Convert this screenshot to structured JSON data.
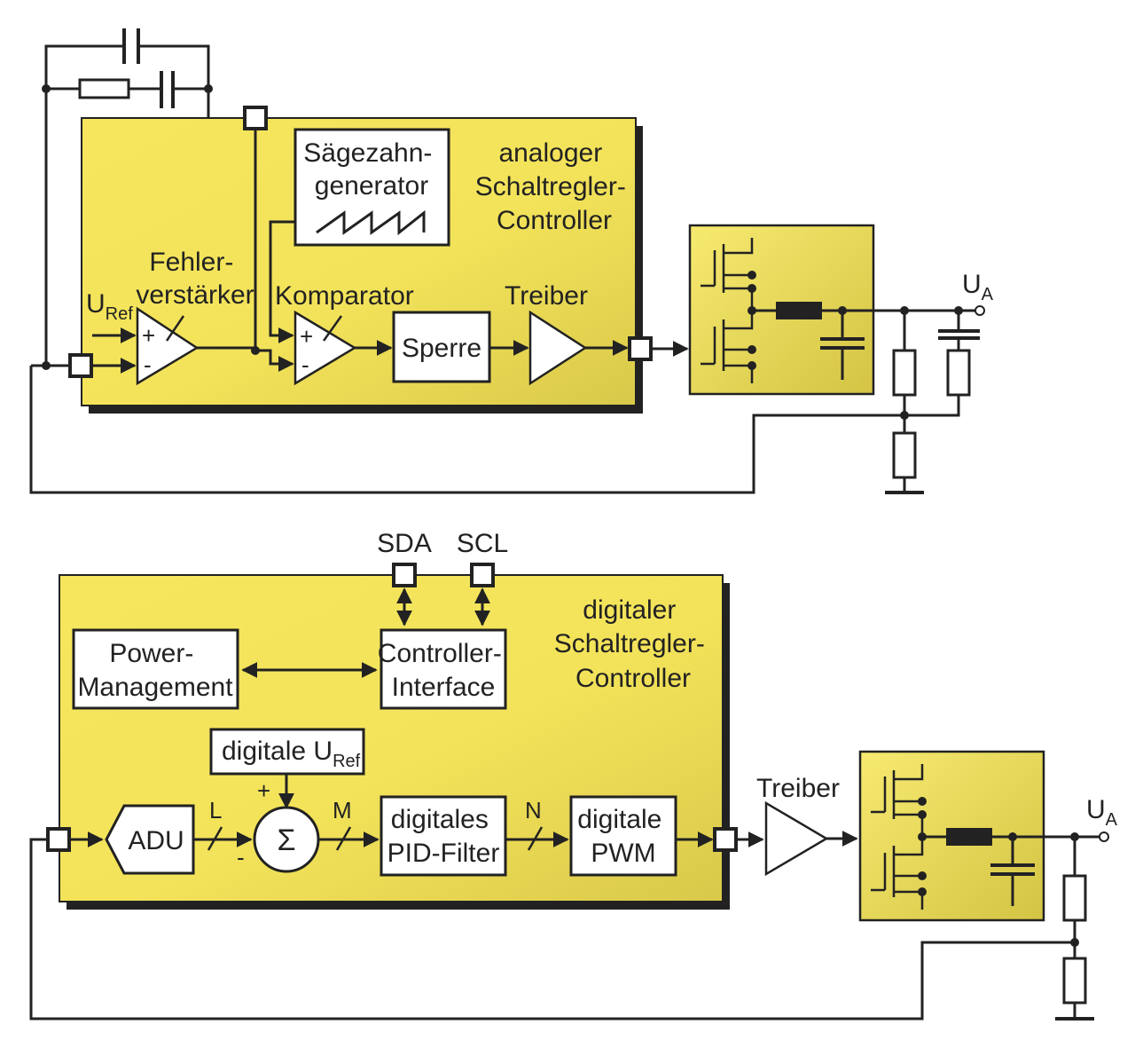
{
  "colors": {
    "panel_fill": "#f3e35a",
    "panel_fill_light": "#fbf3b0",
    "line": "#222222",
    "shadow": "#222222"
  },
  "top": {
    "controller_label": [
      "analoger",
      "Schaltregler-",
      "Controller"
    ],
    "sawtooth_label": [
      "Sägezahn-",
      "generator"
    ],
    "error_amp_label": [
      "Fehler-",
      "verstärker"
    ],
    "comparator_label": "Komparator",
    "lock_label": "Sperre",
    "driver_label": "Treiber",
    "uref_main": "U",
    "uref_sub": "Ref",
    "output_main": "U",
    "output_sub": "A",
    "plus_sign": "+",
    "minus_sign": "-"
  },
  "bottom": {
    "controller_label": [
      "digitaler",
      "Schaltregler-",
      "Controller"
    ],
    "sda_label": "SDA",
    "scl_label": "SCL",
    "power_mgmt_label": [
      "Power-",
      "Management"
    ],
    "ctrl_if_label": [
      "Controller-",
      "Interface"
    ],
    "dig_uref_main": "digitale U",
    "dig_uref_sub": "Ref",
    "adu_label": "ADU",
    "sigma_label": "Σ",
    "pid_label": [
      "digitales",
      "PID-Filter"
    ],
    "pwm_label": [
      "digitale",
      "PWM"
    ],
    "driver_label": "Treiber",
    "bus_l": "L",
    "bus_m": "M",
    "bus_n": "N",
    "plus_sign": "+",
    "minus_sign": "-",
    "output_main": "U",
    "output_sub": "A"
  }
}
